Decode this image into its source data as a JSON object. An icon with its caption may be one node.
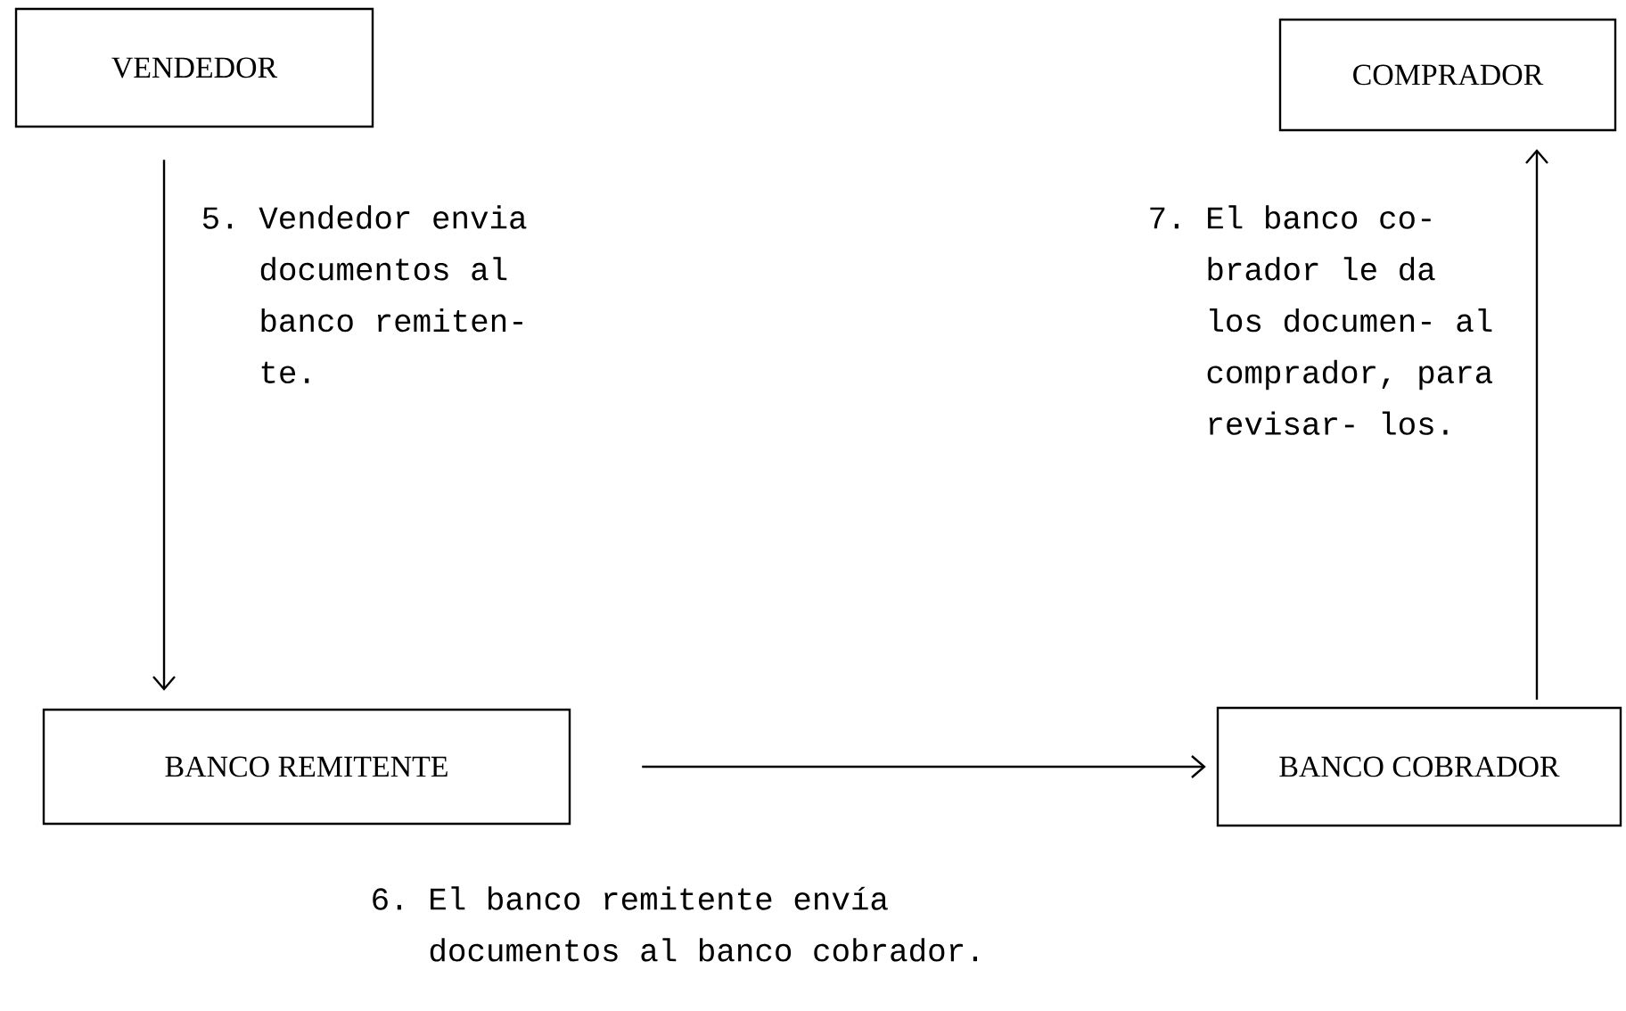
{
  "diagram": {
    "nodes": [
      {
        "text": [
          "VENDEDOR"
        ]
      },
      {
        "text": [
          "COMPRADOR"
        ]
      },
      {
        "text": [
          "BANCO REMITENTE"
        ]
      },
      {
        "text": [
          "BANCO COBRADOR"
        ]
      }
    ],
    "edges": [
      {
        "from": 0,
        "to": 2,
        "arrow": "to",
        "label": "5. Vendedor envia documentos al banco remiten- te."
      },
      {
        "from": 3,
        "to": 1,
        "arrow": "to",
        "label": "7. El banco co- brador le da los documen- al comprador, para revisar- los."
      },
      {
        "from": 2,
        "to": 3,
        "arrow": "to",
        "label": "6. El banco remitente envía documentos al banco cobrador."
      }
    ]
  }
}
